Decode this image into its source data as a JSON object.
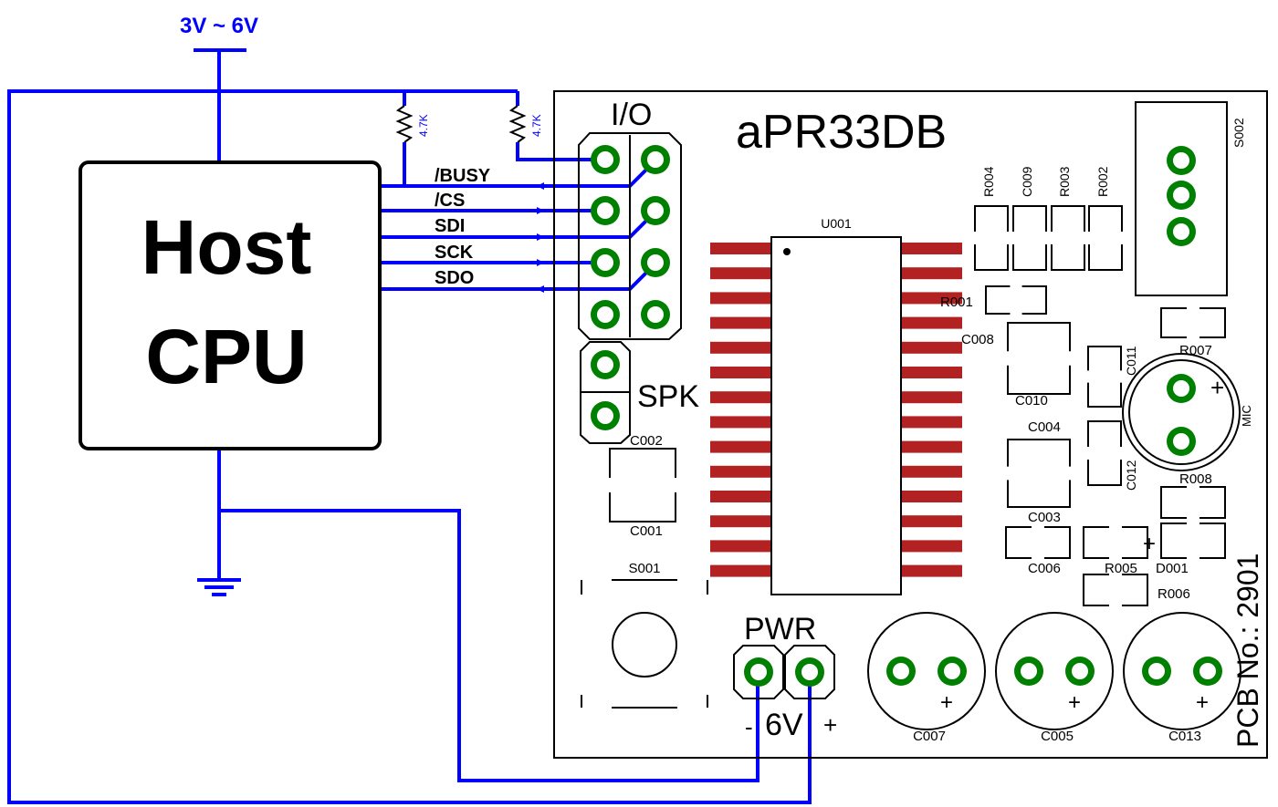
{
  "supply_label": "3V ~ 6V",
  "resistor_value": "4.7K",
  "host": {
    "line1": "Host",
    "line2": "CPU"
  },
  "signals": [
    "/BUSY",
    "/CS",
    "SDI",
    "SCK",
    "SDO"
  ],
  "board": {
    "title": "aPR33DB",
    "io_label": "I/O",
    "spk_label": "SPK",
    "pwr_label": "PWR",
    "pwr_minus": "-",
    "pwr_volt": "6V",
    "pwr_plus": "+",
    "pcb_no": "PCB No.: 2901",
    "mic_label": "MIC",
    "mic_plus": "+",
    "cap_plus": "+",
    "diode_plus": "+"
  },
  "designators": {
    "u001": "U001",
    "s001": "S001",
    "s002": "S002",
    "r004": "R004",
    "c009": "C009",
    "r003": "R003",
    "r002": "R002",
    "r001": "R001",
    "c008": "C008",
    "c010": "C010",
    "c011": "C011",
    "r007": "R007",
    "c004": "C004",
    "c012": "C012",
    "r008": "R008",
    "c003": "C003",
    "c006": "C006",
    "r005": "R005",
    "d001": "D001",
    "r006": "R006",
    "c002": "C002",
    "c001": "C001",
    "c007": "C007",
    "c005": "C005",
    "c013": "C013"
  },
  "colors": {
    "wire": "#0000ff",
    "pad": "#008000",
    "ic_pins": "#b22222",
    "outline": "#000000"
  }
}
